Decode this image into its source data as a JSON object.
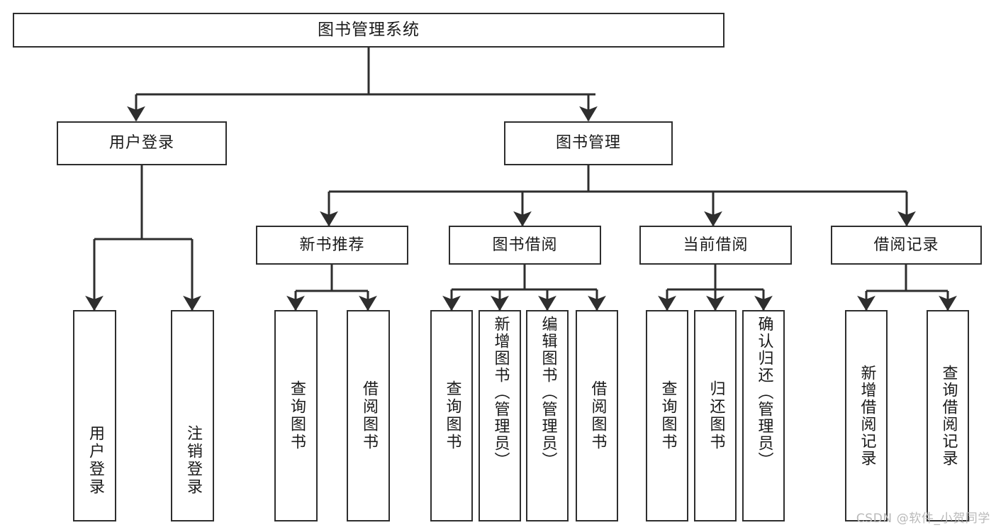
{
  "diagram": {
    "type": "tree",
    "title": "图书管理系统",
    "style": {
      "box_border_color": "#2e2e2e",
      "box_fill_color": "#ffffff",
      "edge_color": "#2e2e2e",
      "text_color": "#1a1a1a",
      "background_color": "#ffffff"
    },
    "nodes": {
      "root": {
        "label": "图书管理系统"
      },
      "level2": [
        {
          "label": "用户登录"
        },
        {
          "label": "图书管理"
        }
      ],
      "level3": [
        {
          "label": "新书推荐"
        },
        {
          "label": "图书借阅"
        },
        {
          "label": "当前借阅"
        },
        {
          "label": "借阅记录"
        }
      ],
      "leaves": {
        "user_login": [
          {
            "label": "用户登录"
          },
          {
            "label": "注销登录"
          }
        ],
        "new_book_recommend": [
          {
            "label": "查询图书"
          },
          {
            "label": "借阅图书"
          }
        ],
        "book_borrow": [
          {
            "label": "查询图书"
          },
          {
            "label": "新增图书（管理员）"
          },
          {
            "label": "编辑图书（管理员）"
          },
          {
            "label": "借阅图书"
          }
        ],
        "current_borrow": [
          {
            "label": "查询图书"
          },
          {
            "label": "归还图书"
          },
          {
            "label": "确认归还（管理员）"
          }
        ],
        "borrow_record": [
          {
            "label": "新增借阅记录"
          },
          {
            "label": "查询借阅记录"
          }
        ]
      }
    },
    "watermark": "CSDN @软件_小贺同学"
  }
}
